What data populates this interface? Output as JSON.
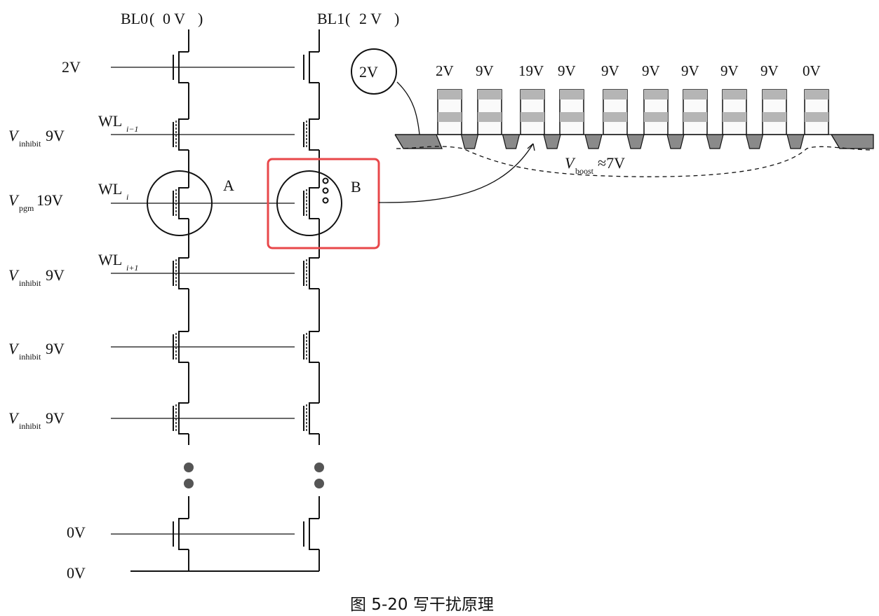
{
  "bitlines": [
    {
      "name": "BL0",
      "volt": "0 V"
    },
    {
      "name": "BL1",
      "volt": "2 V"
    }
  ],
  "rows": [
    {
      "wl": "",
      "wl_sub": "",
      "v_sym": "",
      "v_sub": "",
      "v_val": "2V"
    },
    {
      "wl": "WL",
      "wl_sub": "i−1",
      "v_sym": "V",
      "v_sub": "inhibit",
      "v_val": "9V"
    },
    {
      "wl": "WL",
      "wl_sub": "i",
      "v_sym": "V",
      "v_sub": "pgm",
      "v_val": "19V"
    },
    {
      "wl": "WL",
      "wl_sub": "i+1",
      "v_sym": "V",
      "v_sub": "inhibit",
      "v_val": "9V"
    },
    {
      "wl": "",
      "wl_sub": "",
      "v_sym": "V",
      "v_sub": "inhibit",
      "v_val": "9V"
    },
    {
      "wl": "",
      "wl_sub": "",
      "v_sym": "V",
      "v_sub": "inhibit",
      "v_val": "9V"
    },
    {
      "wl": "",
      "wl_sub": "",
      "v_sym": "",
      "v_sub": "",
      "v_val": "0V"
    },
    {
      "wl": "",
      "wl_sub": "",
      "v_sym": "",
      "v_sub": "",
      "v_val": "0V"
    }
  ],
  "cell_labels": {
    "a": "A",
    "b": "B"
  },
  "string_diagram": {
    "bitline_circle_label": "2V",
    "gate_voltages": [
      "2V",
      "9V",
      "19V",
      "9V",
      "9V",
      "9V",
      "9V",
      "9V",
      "9V",
      "0V"
    ],
    "boost_sym": "V",
    "boost_sub": "boost",
    "boost_val": "≈7V"
  },
  "caption": "图 5-20    写干扰原理",
  "colors": {
    "highlight": "#e8474a",
    "ink": "#111111",
    "channel_gray": "#8a8a8a",
    "gate_gray": "#b5b5b5"
  }
}
